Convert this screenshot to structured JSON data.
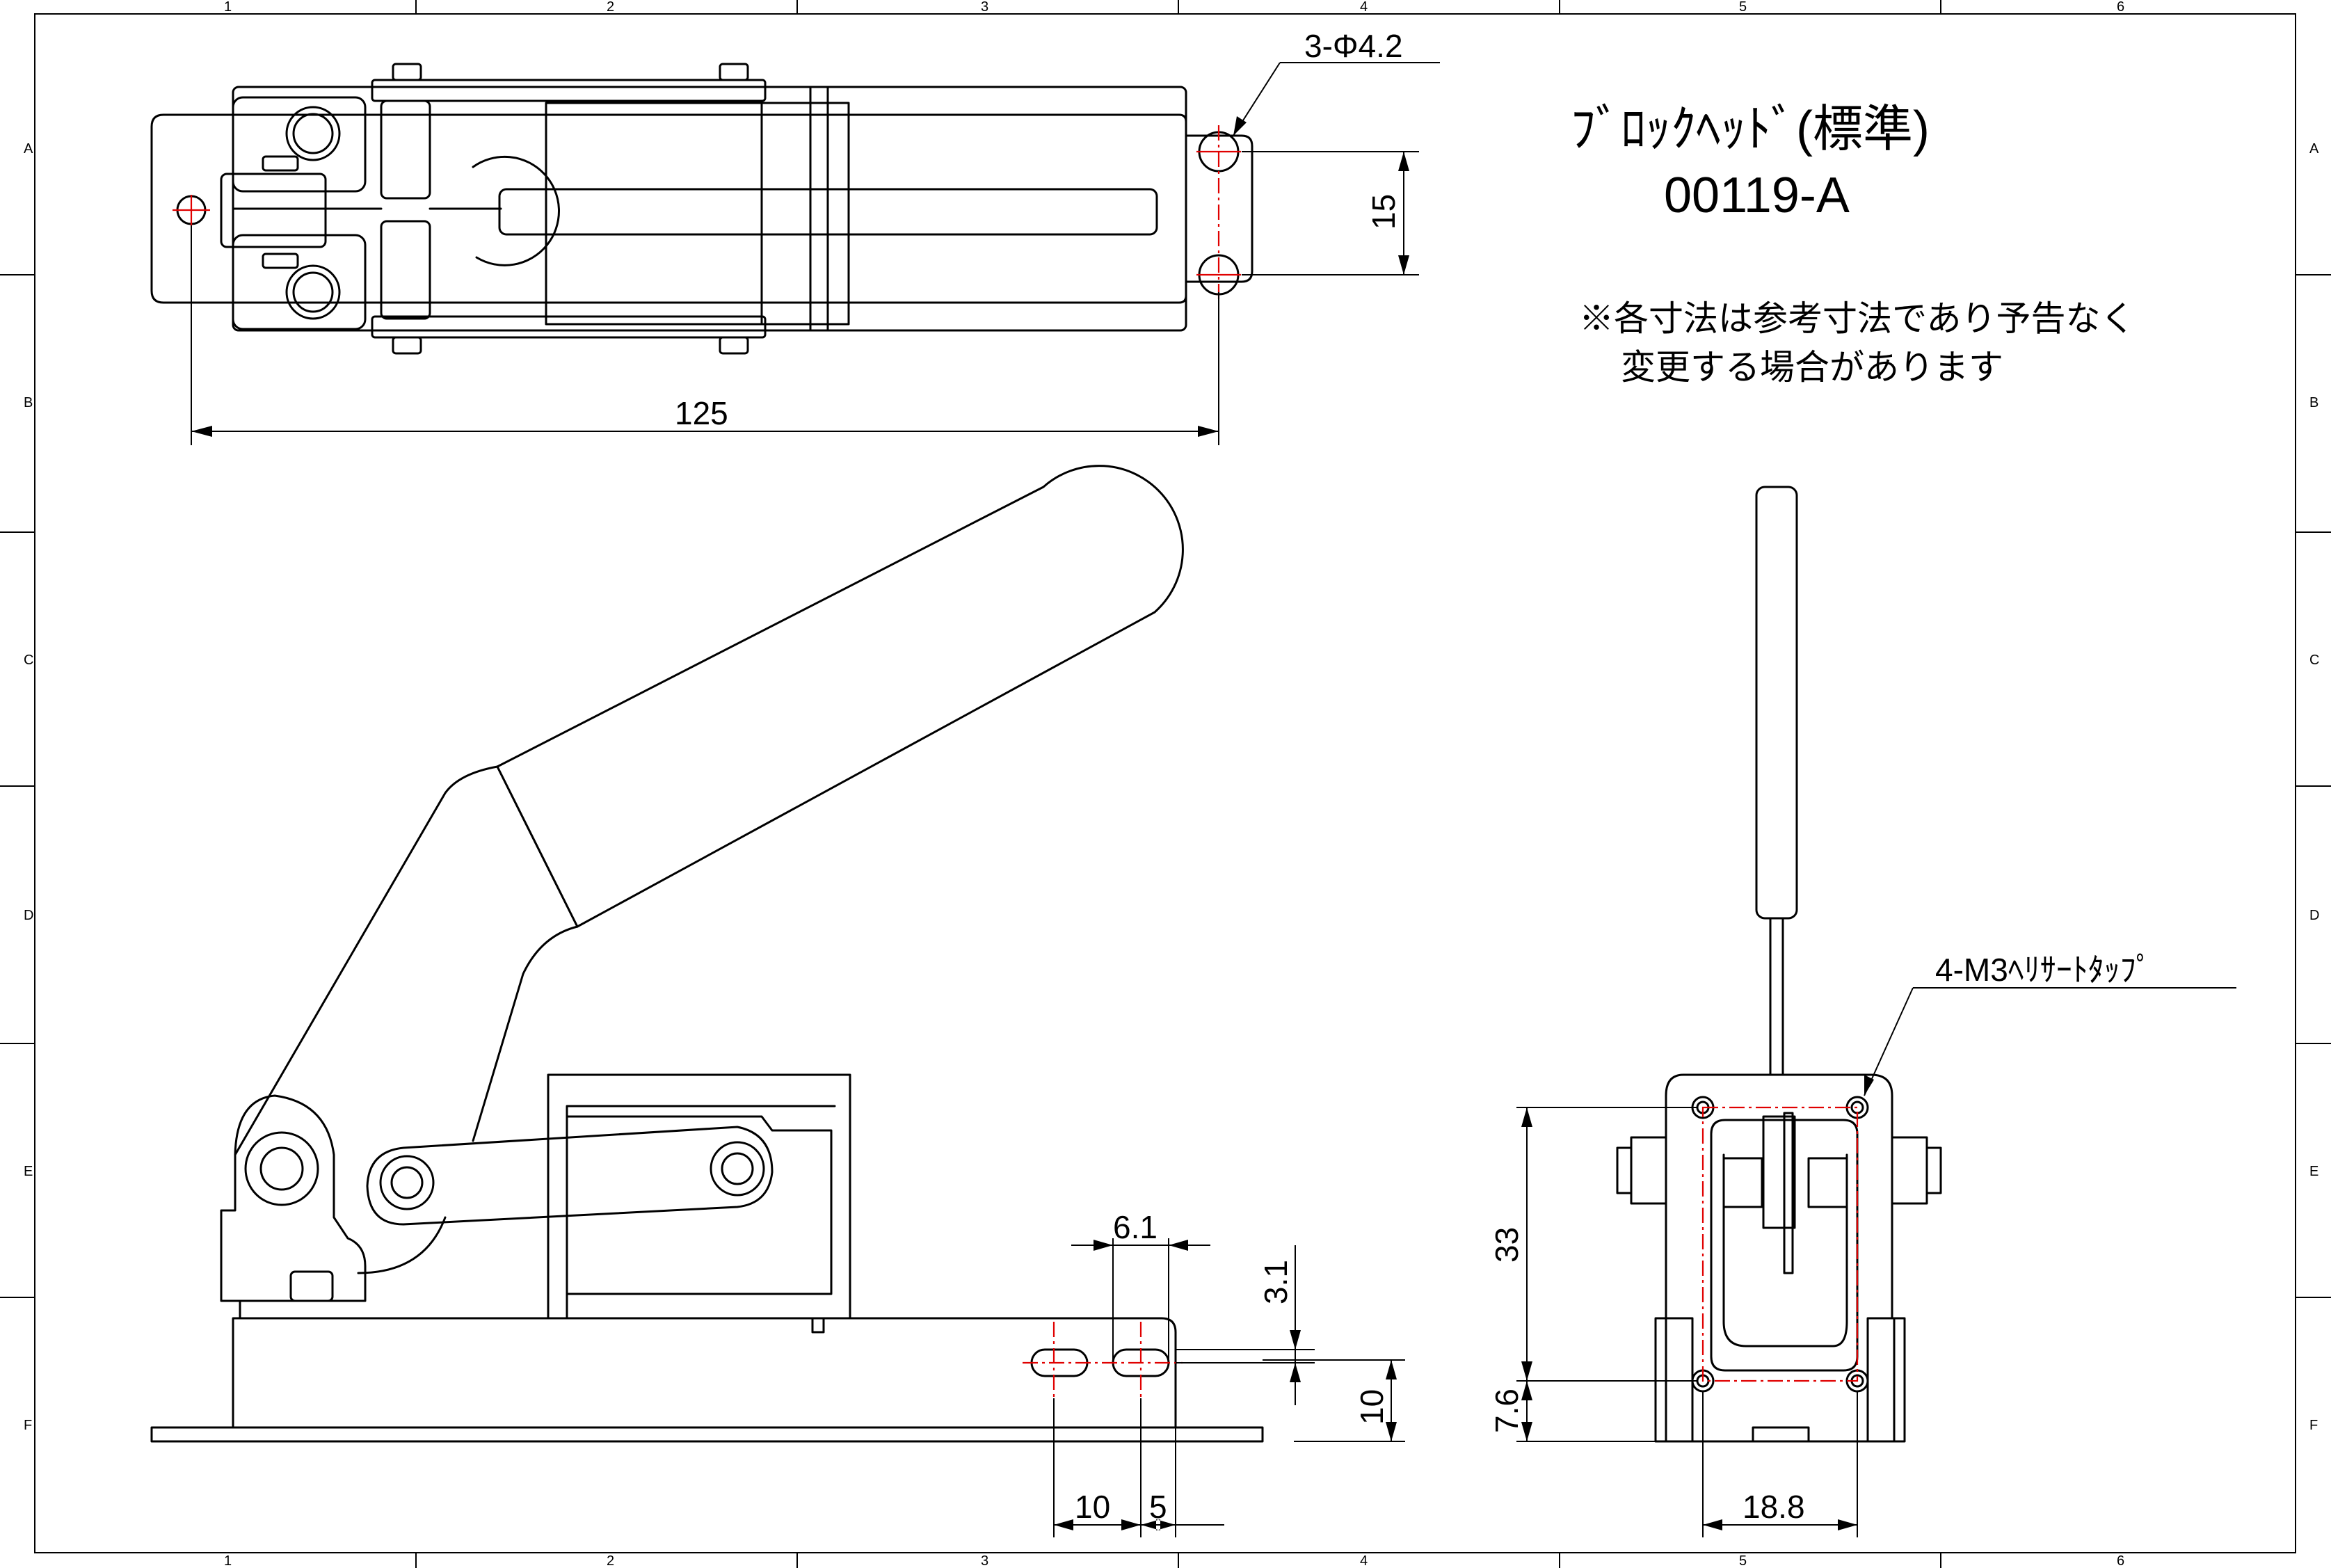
{
  "title": {
    "line1": "ﾌﾞﾛｯｸﾍｯﾄﾞ(標準)",
    "line2": "00119-A"
  },
  "note": {
    "line1": "※各寸法は参考寸法であり予告なく",
    "line2": "変更する場合があります"
  },
  "border": {
    "columns": [
      "1",
      "2",
      "3",
      "4",
      "5",
      "6"
    ],
    "rows": [
      "A",
      "B",
      "C",
      "D",
      "E",
      "F"
    ]
  },
  "dimensions": {
    "top_holes": "3-Φ4.2",
    "top_pitch": "15",
    "top_length": "125",
    "slot_width": "6.1",
    "slot_offset": "3.1",
    "base_height": "10",
    "slot_pitch": "10",
    "slot_edge": "5",
    "tap_callout": "4-M3ﾍﾘｻｰﾄﾀｯﾌﾟ",
    "tap_vertical": "33",
    "tap_bottom": "7.6",
    "tap_horizontal": "18.8"
  },
  "colors": {
    "line": "#000000",
    "centerline": "#e00000"
  }
}
